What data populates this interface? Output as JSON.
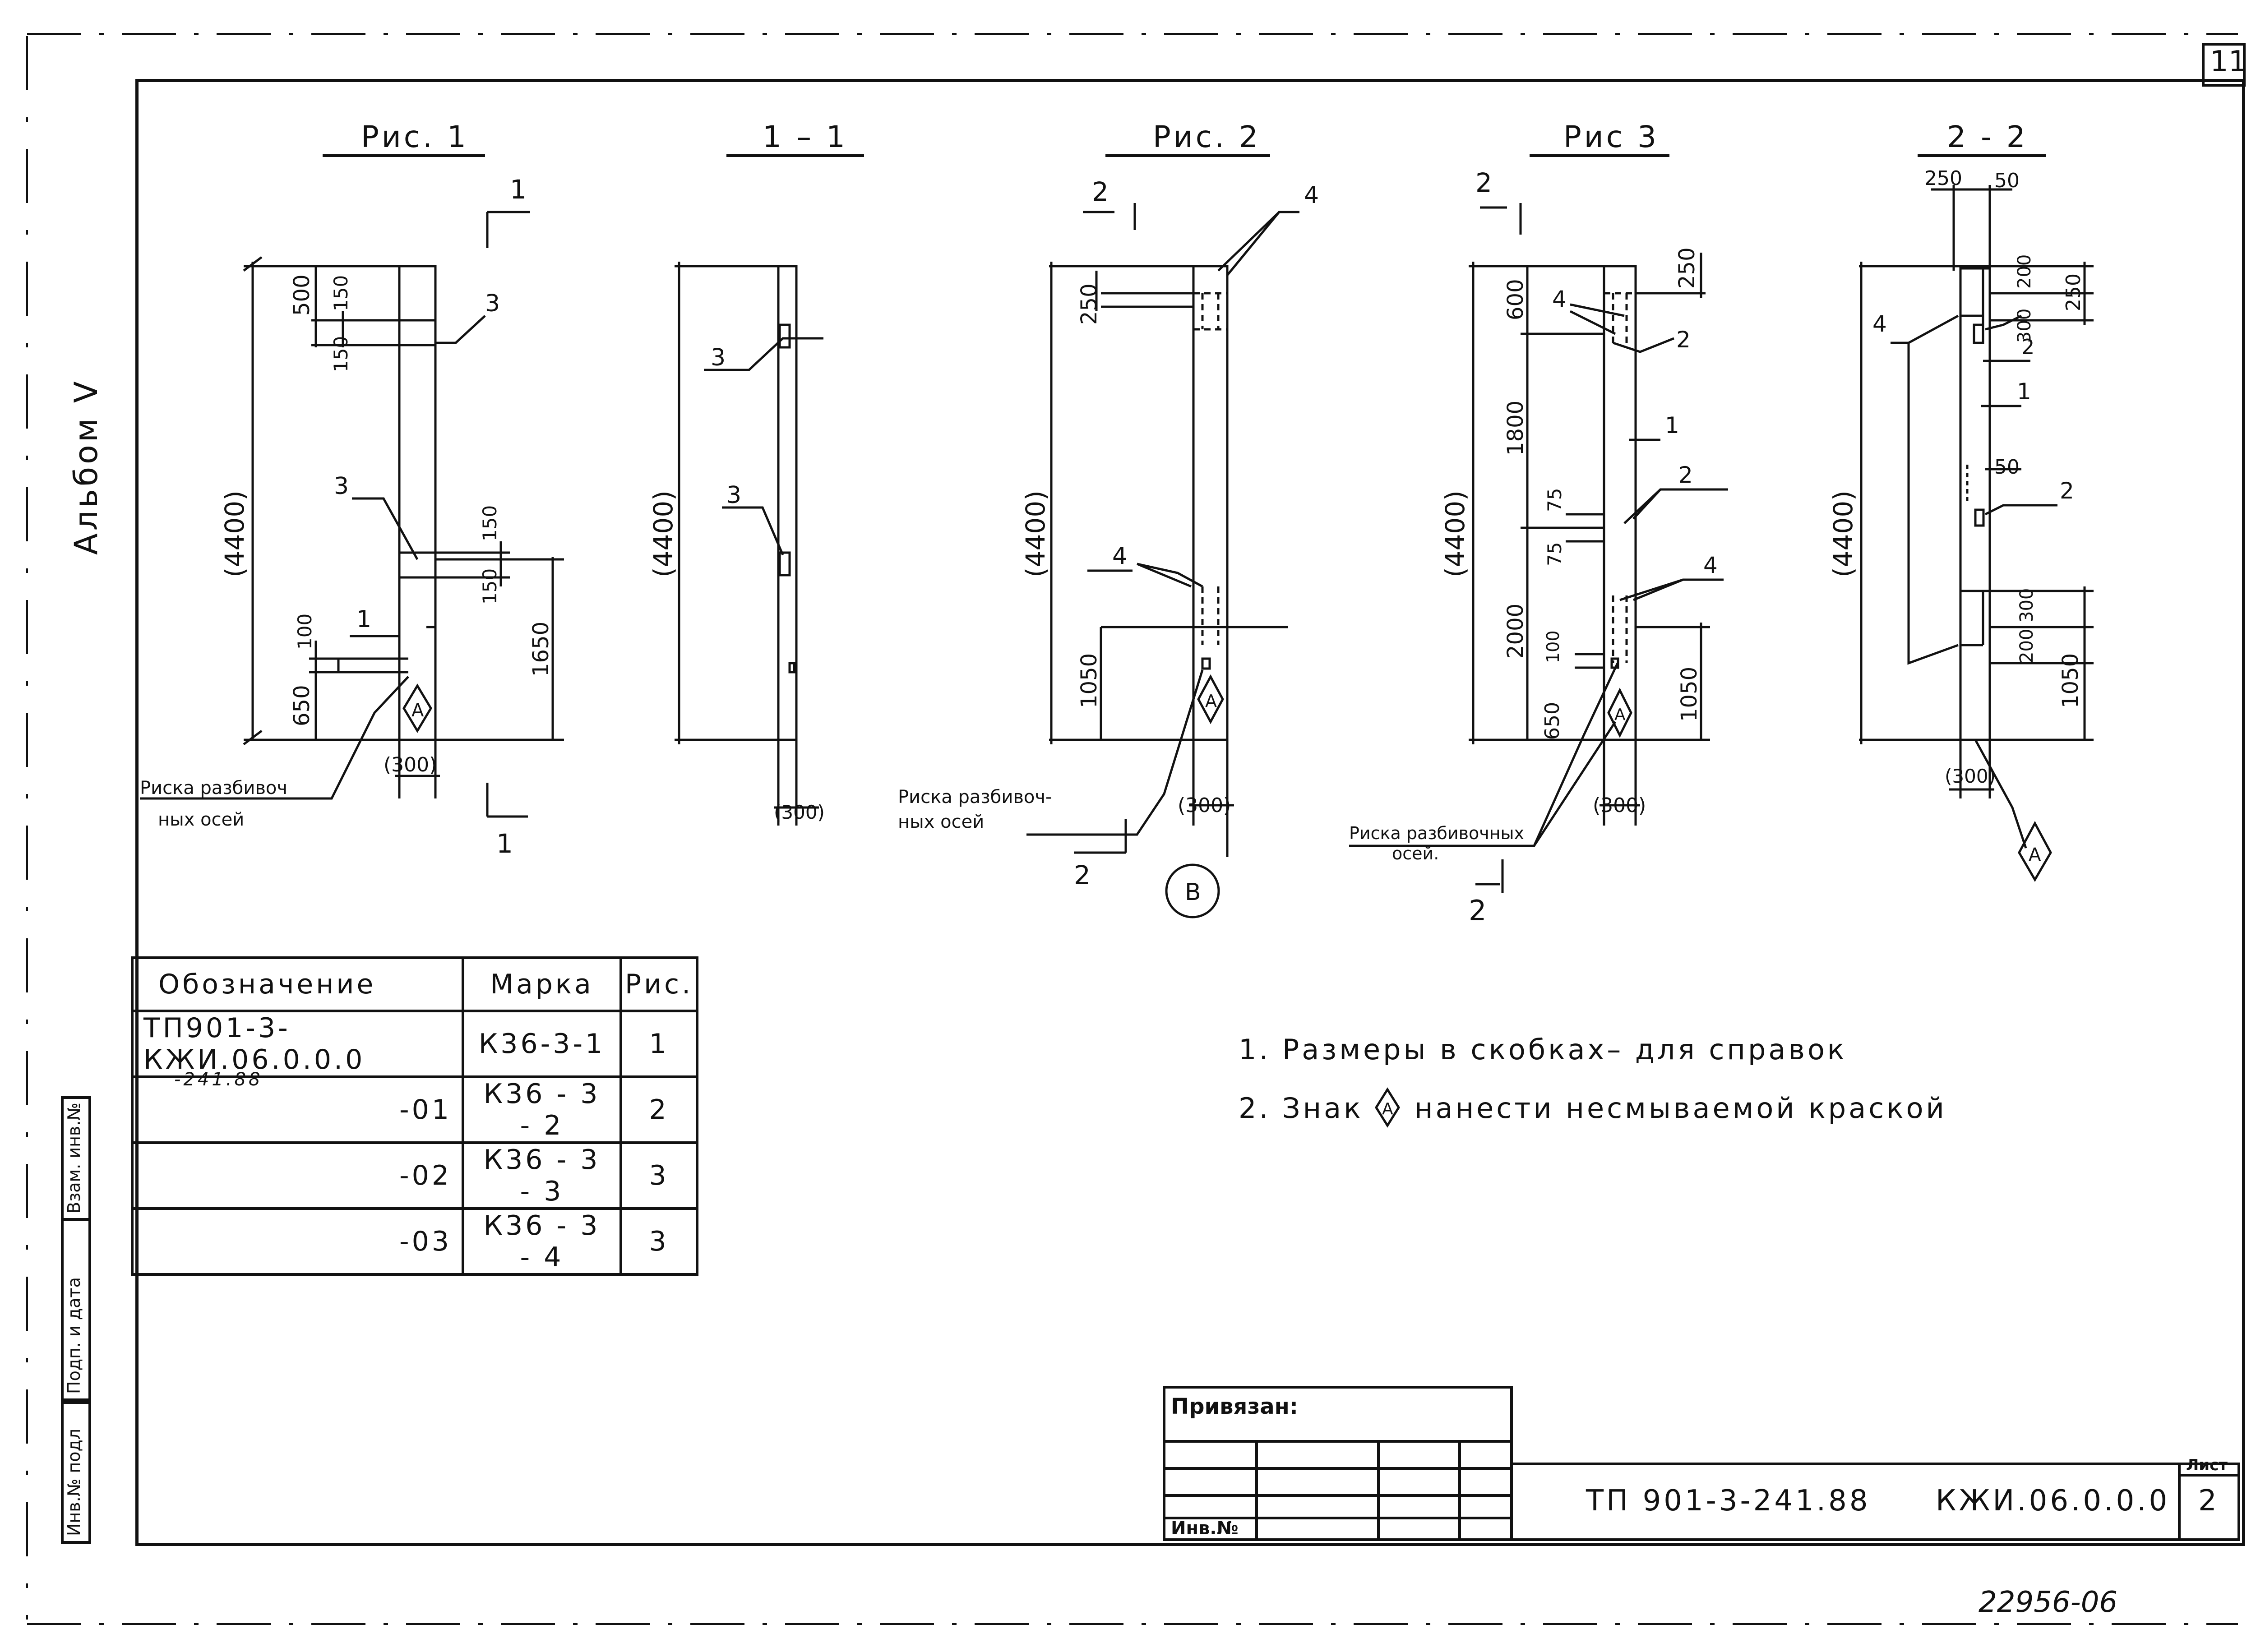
{
  "sheet_number": "11",
  "album_label": "Альбом V",
  "views": [
    {
      "title": "Рис. 1"
    },
    {
      "title": "1 – 1"
    },
    {
      "title": "Рис. 2"
    },
    {
      "title": "Рис 3"
    },
    {
      "title": "2 - 2"
    }
  ],
  "drawing_labels": {
    "height_ref": "(4400)",
    "width_ref": "(300)",
    "fig1": {
      "dims": [
        "500",
        "150",
        "150",
        "150",
        "150",
        "100",
        "650",
        "1650"
      ],
      "leaders": [
        "1",
        "3",
        "3"
      ],
      "section": "1"
    },
    "fig2": {
      "dims": [
        "250",
        "1050"
      ],
      "leaders": [
        "4",
        "4"
      ],
      "section": "2",
      "circle": "В"
    },
    "fig3": {
      "dims": [
        "600",
        "250",
        "1800",
        "75",
        "75",
        "2000",
        "100",
        "650",
        "1050"
      ],
      "leaders": [
        "4",
        "2",
        "1",
        "2",
        "4"
      ],
      "section": "2"
    },
    "sec22": {
      "dims": [
        "250",
        "50",
        "200",
        "250",
        "300",
        "50",
        "300",
        "200",
        "1050"
      ],
      "leaders": [
        "4",
        "2",
        "1",
        "2"
      ]
    },
    "mark_letter": "А",
    "axis_mark_1": "Риска разбивоч ных осей",
    "axis_mark_2": "Риска разбивоч- ных осей",
    "axis_mark_3": "Риска разбивочных осей."
  },
  "spec_table": {
    "headers": [
      "Обозначение",
      "Марка",
      "Рис."
    ],
    "rows": [
      {
        "designation": "ТП901-3-   КЖИ.06.0.0.0",
        "designation_sub": "-241.88",
        "mark": "К36-3-1",
        "fig": "1"
      },
      {
        "designation": "-01",
        "mark": "К36 - 3 - 2",
        "fig": "2"
      },
      {
        "designation": "-02",
        "mark": "К36 - 3 - 3",
        "fig": "3"
      },
      {
        "designation": "-03",
        "mark": "К36 - 3 - 4",
        "fig": "3"
      }
    ]
  },
  "notes": [
    "1. Размеры в скобках– для  справок",
    "2. Знак",
    "нанести несмываемой краской"
  ],
  "stamp": {
    "bound": "Привязан:",
    "inv_no": "Инв.№",
    "project": "ТП 901-3-241.88",
    "code": "КЖИ.06.0.0.0",
    "sheet_label": "Лист",
    "sheet_value": "2"
  },
  "side_strip": [
    "Инв.№ подл",
    "Подп. и дата",
    "Взам. инв.№"
  ],
  "handwritten_number": "22956-06"
}
